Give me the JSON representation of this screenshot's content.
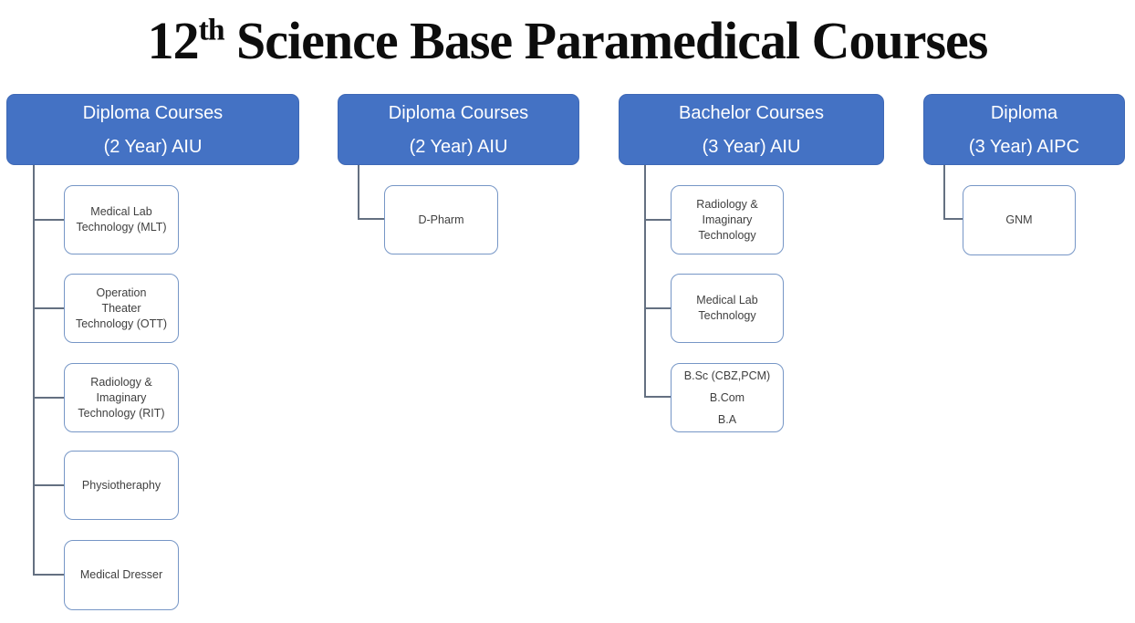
{
  "title": {
    "number": "12",
    "superscript": "th",
    "rest": " Science Base Paramedical Courses"
  },
  "colors": {
    "background": "#FFFFFF",
    "header-fill": "#4472C4",
    "header-border": "#3E68B5",
    "header-text": "#FFFFFF",
    "child-border": "#7696C6",
    "child-text": "#3F3F3F",
    "connector": "#647081"
  },
  "columns": [
    {
      "header": {
        "line1": "Diploma Courses",
        "line2": "(2 Year) AIU"
      },
      "children": [
        {
          "lines": [
            "Medical Lab",
            "Technology (MLT)"
          ]
        },
        {
          "lines": [
            "Operation",
            "Theater",
            "Technology (OTT)"
          ]
        },
        {
          "lines": [
            "Radiology &",
            "Imaginary",
            "Technology (RIT)"
          ]
        },
        {
          "lines": [
            "Physiotheraphy"
          ]
        },
        {
          "lines": [
            "Medical Dresser"
          ]
        }
      ]
    },
    {
      "header": {
        "line1": "Diploma Courses",
        "line2": "(2 Year) AIU"
      },
      "children": [
        {
          "lines": [
            "D-Pharm"
          ]
        }
      ]
    },
    {
      "header": {
        "line1": "Bachelor Courses",
        "line2": "(3 Year) AIU"
      },
      "children": [
        {
          "lines": [
            "Radiology &",
            "Imaginary",
            "Technology"
          ]
        },
        {
          "lines": [
            "Medical Lab",
            "Technology"
          ]
        },
        {
          "lines": [
            "B.Sc (CBZ,PCM)",
            "B.Com",
            "B.A"
          ]
        }
      ]
    },
    {
      "header": {
        "line1": "Diploma",
        "line2": "(3 Year) AIPC"
      },
      "children": [
        {
          "lines": [
            "GNM"
          ]
        }
      ]
    }
  ]
}
